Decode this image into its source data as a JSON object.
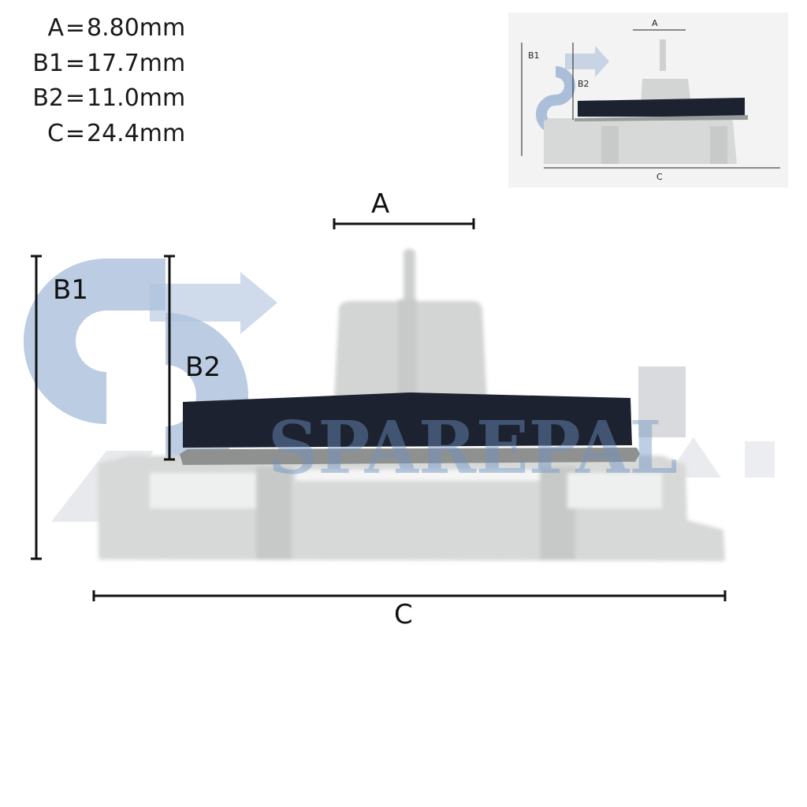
{
  "dimensions": [
    {
      "label": "A",
      "value": "8.80mm"
    },
    {
      "label": "B1",
      "value": "17.7mm"
    },
    {
      "label": "B2",
      "value": "11.0mm"
    },
    {
      "label": "C",
      "value": "24.4mm"
    }
  ],
  "dimension_labels": {
    "a": "A",
    "b1": "B1",
    "b2": "B2",
    "c": "C"
  },
  "watermark": {
    "text": "SPAREPAL",
    "color": "#6f93c4"
  },
  "colors": {
    "part": "#d7d9d8",
    "part_shade": "#c4c6c5",
    "pad": "#1c2230",
    "line": "#111111",
    "background": "#ffffff"
  }
}
